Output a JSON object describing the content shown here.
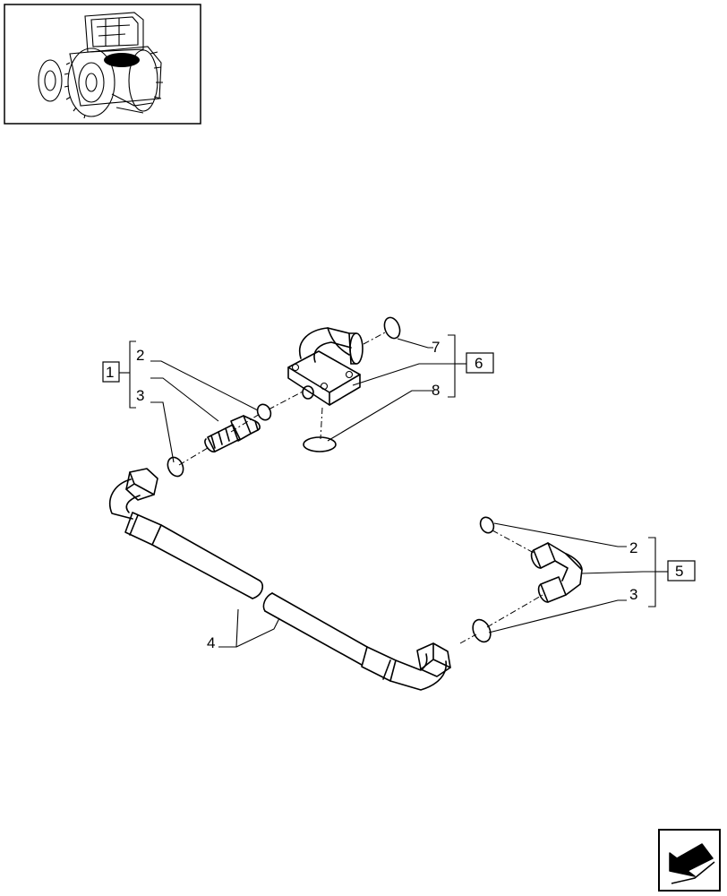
{
  "callouts": {
    "left_group": {
      "box": "1",
      "item_a": "2",
      "item_b": "3"
    },
    "right_group": {
      "box": "5",
      "item_a": "2",
      "item_b": "3"
    },
    "top_group": {
      "box": "6",
      "item_a": "7",
      "item_b": "8"
    },
    "pipe": "4"
  },
  "icons": {
    "thumbnail": "tractor-location-thumbnail",
    "nav": "next-page-arrow-icon"
  }
}
